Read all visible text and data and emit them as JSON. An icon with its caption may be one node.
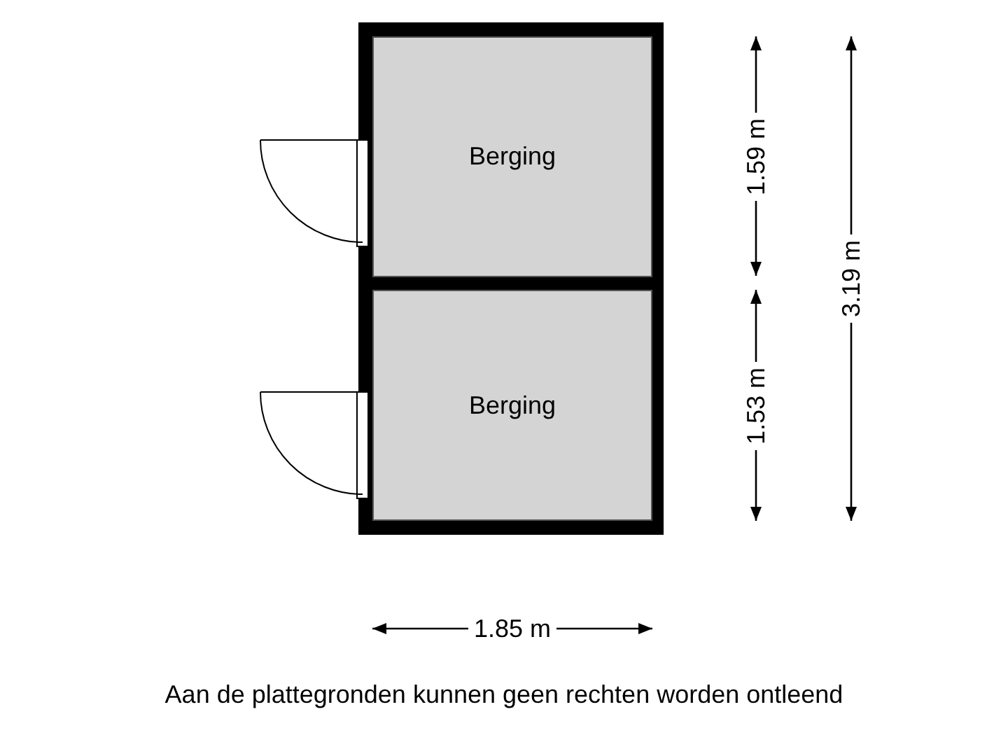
{
  "diagram": {
    "caption": "Aan de plattegronden kunnen geen rechten worden ontleend",
    "nodes": [
      {
        "text": [
          "Berging"
        ]
      },
      {
        "text": [
          "Berging"
        ]
      }
    ],
    "labels": [
      "1.59 m",
      "1.53 m",
      "3.19 m",
      "1.85 m"
    ]
  }
}
